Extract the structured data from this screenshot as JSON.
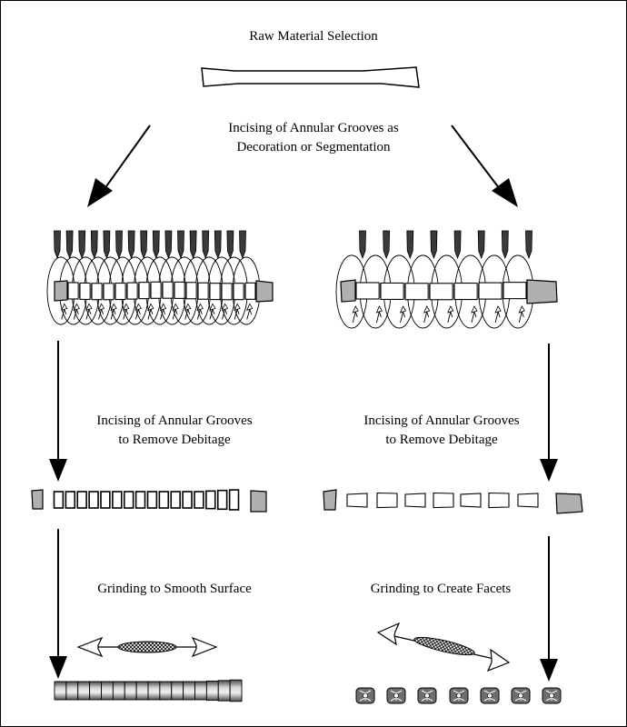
{
  "steps": {
    "raw_material": "Raw Material Selection",
    "incising_top_line1": "Incising of Annular Grooves as",
    "incising_top_line2": "Decoration or Segmentation",
    "left_debitage_line1": "Incising of Annular Grooves",
    "left_debitage_line2": "to Remove Debitage",
    "right_debitage_line1": "Incising of Annular Grooves",
    "right_debitage_line2": "to Remove Debitage",
    "left_grinding": "Grinding to Smooth Surface",
    "right_grinding": "Grinding to Create Facets"
  },
  "branches": {
    "left": {
      "tool_count": 16,
      "segment_count": 16
    },
    "right": {
      "tool_count": 8,
      "segment_count": 7
    }
  },
  "colors": {
    "stroke": "#000000",
    "tool_fill": "#3a3a3a",
    "end_piece_fill": "#b0b0b0",
    "bead_fill": "#ffffff",
    "faceted_bead_fill": "#6e6e6e"
  }
}
